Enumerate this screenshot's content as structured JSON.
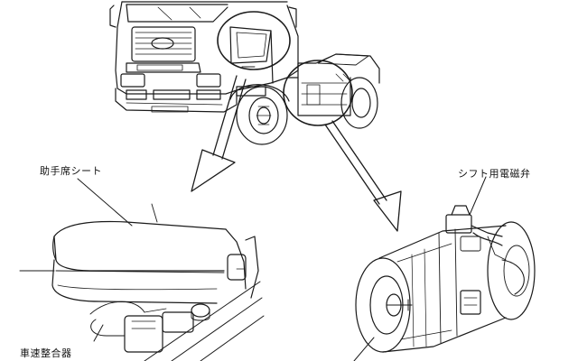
{
  "labels": {
    "passenger_seat": "助手席シート",
    "shift_solenoid_valve": "シフト用電磁弁",
    "vehicle_speed_adjuster": "車速整合器"
  },
  "colors": {
    "line": "#1a1a1a",
    "background": "#ffffff"
  }
}
